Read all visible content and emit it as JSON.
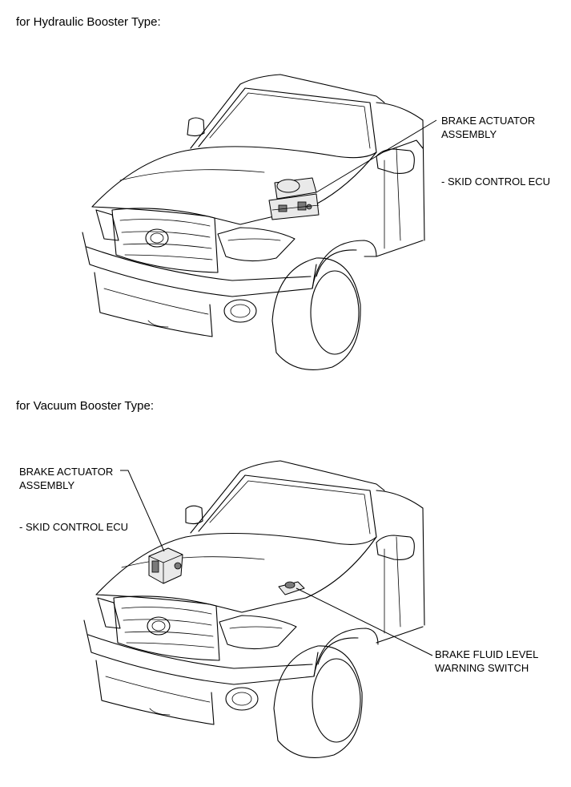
{
  "sections": [
    {
      "heading": "for Hydraulic Booster Type:",
      "callouts": {
        "actuator_line1": "BRAKE ACTUATOR",
        "actuator_line2": "ASSEMBLY",
        "ecu": "- SKID CONTROL ECU"
      }
    },
    {
      "heading": "for Vacuum Booster Type:",
      "callouts": {
        "actuator_line1": "BRAKE ACTUATOR",
        "actuator_line2": "ASSEMBLY",
        "ecu": "- SKID CONTROL ECU",
        "switch_line1": "BRAKE FLUID LEVEL",
        "switch_line2": "WARNING SWITCH"
      }
    }
  ]
}
